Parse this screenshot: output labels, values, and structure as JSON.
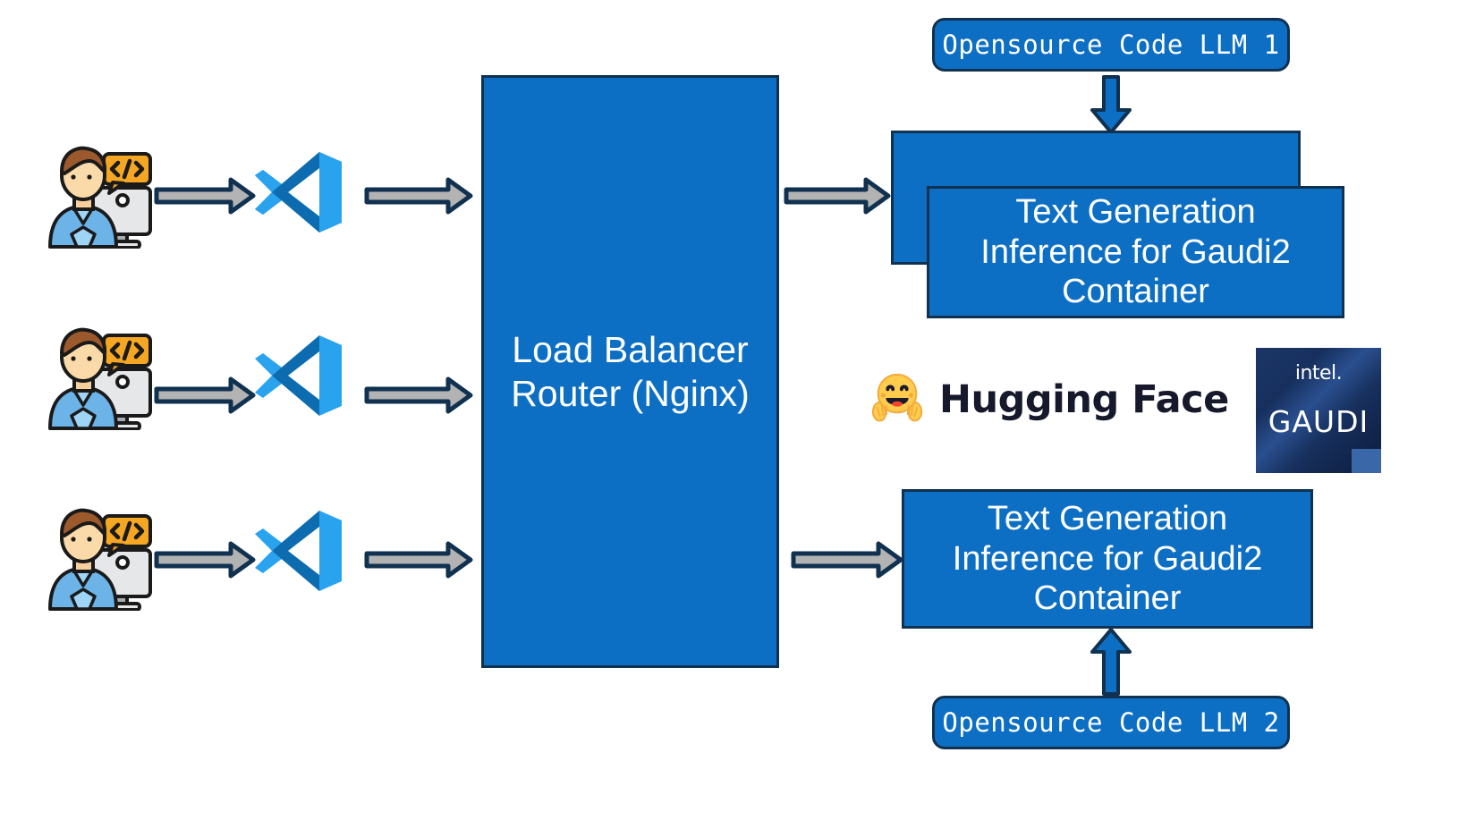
{
  "diagram": {
    "title": "Code LLM serving architecture with load balancer and Gaudi2 TGI containers",
    "colors": {
      "box_fill": "#0d6fc4",
      "box_border": "#10314f",
      "arrow_fill": "#b3b3b3",
      "arrow_outline": "#10314f",
      "vertical_arrow_fill": "#0d6fc4",
      "gaudi_badge_dark": "#17305e",
      "gaudi_badge_accent": "#3a67a8",
      "hugging_face_text": "#16192b",
      "hugging_face_emoji": "#ffcc4d",
      "vscode_blue": "#0e8fd8",
      "vscode_dark_blue": "#0a63a8"
    },
    "clients": [
      {
        "developer_label": "developer-icon",
        "editor_label": "vscode-icon"
      },
      {
        "developer_label": "developer-icon",
        "editor_label": "vscode-icon"
      },
      {
        "developer_label": "developer-icon",
        "editor_label": "vscode-icon"
      }
    ],
    "load_balancer": {
      "line1": "Load Balancer",
      "line2": "Router (Nginx)"
    },
    "tgi_top": {
      "line1": "Text Generation",
      "line2": "Inference for Gaudi2",
      "line3": "Container"
    },
    "tgi_bottom": {
      "line1": "Text Generation",
      "line2": "Inference for Gaudi2",
      "line3": "Container"
    },
    "llm_top": {
      "label": "Opensource Code LLM 1"
    },
    "llm_bottom": {
      "label": "Opensource Code LLM 2"
    },
    "hugging_face": {
      "wordmark": "Hugging Face"
    },
    "gaudi_badge": {
      "brand": "intel.",
      "product": "GAUDI"
    }
  }
}
